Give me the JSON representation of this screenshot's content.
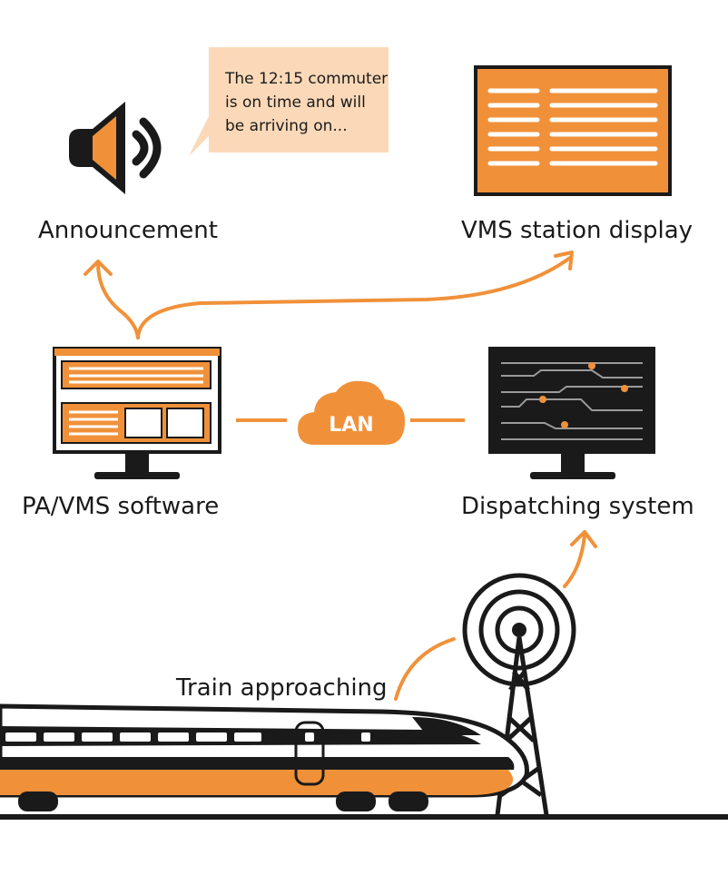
{
  "labels": {
    "announcement": "Announcement",
    "vms_display": "VMS station display",
    "pa_vms_software": "PA/VMS software",
    "dispatching": "Dispatching system",
    "train_approaching": "Train approaching",
    "lan": "LAN"
  },
  "bubble": {
    "lines": [
      "The 12:15 commuter",
      "is on time and will",
      "be arriving on..."
    ]
  },
  "icons": {
    "speaker": "speaker-icon",
    "vms_screen": "vms-screen-icon",
    "pa_monitor": "pa-monitor-icon",
    "dispatch_monitor": "dispatch-monitor-icon",
    "cloud": "cloud-icon",
    "antenna": "antenna-tower-icon",
    "train": "train-icon"
  },
  "colors": {
    "orange": "#F0913A",
    "bubble_bg": "#FBD9B8",
    "dark": "#1A1A1A",
    "light_line": "#B0B0B0"
  }
}
